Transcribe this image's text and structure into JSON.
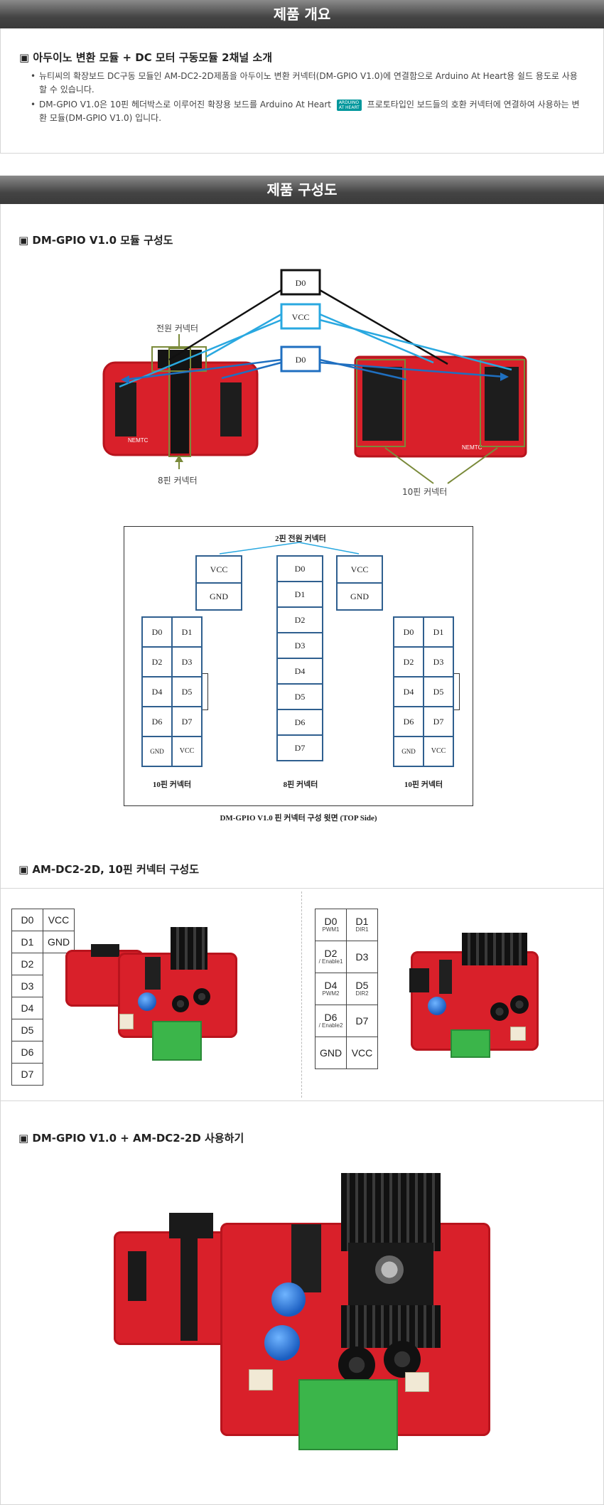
{
  "section1": {
    "title": "제품 개요",
    "heading": "▣ 아두이노 변환 모듈 + DC 모터 구동모듈 2채널 소개",
    "bullets": [
      "뉴티씨의 확장보드 DC구동 모듈인  AM-DC2-2D제품을 아두이노 변환 커넥터(DM-GPIO V1.0)에 연결함으로 Arduino At Heart용 쉴드 용도로 사용할 수 있습니다.",
      "DM-GPIO V1.0은 10핀 헤더박스로 이루어진 확장용 보드를 Arduino At Heart"
    ],
    "bullet2_tail": "프로토타입인 보드들의 호환 커넥터에 연결하여 사용하는 변환 모듈(DM-GPIO V1.0) 입니다.",
    "badge_text_1": "ARDUINO",
    "badge_text_2": "AT HEART"
  },
  "section2": {
    "title": "제품 구성도",
    "heading1": "▣ DM-GPIO V1.0 모듈 구성도",
    "photo_labels": {
      "d0_top": "D0",
      "vcc": "VCC",
      "d0_mid": "D0",
      "power_connector": "전원 커넥터",
      "pin8_connector": "8핀 커넥터",
      "pin10_connector": "10핀 커넥터"
    },
    "diagram": {
      "power_label": "2핀 전원 커넥터",
      "left_power": [
        "VCC",
        "GND"
      ],
      "right_power": [
        "VCC",
        "GND"
      ],
      "center_column": [
        "D0",
        "D1",
        "D2",
        "D3",
        "D4",
        "D5",
        "D6",
        "D7"
      ],
      "left_grid": [
        [
          "D0",
          "D1"
        ],
        [
          "D2",
          "D3"
        ],
        [
          "D4",
          "D5"
        ],
        [
          "D6",
          "D7"
        ],
        [
          "GND",
          "VCC"
        ]
      ],
      "right_grid": [
        [
          "D0",
          "D1"
        ],
        [
          "D2",
          "D3"
        ],
        [
          "D4",
          "D5"
        ],
        [
          "D6",
          "D7"
        ],
        [
          "GND",
          "VCC"
        ]
      ],
      "left_caption": "10핀 커넥터",
      "center_caption": "8핀 커넥터",
      "right_caption": "10핀 커넥터",
      "figure_caption": "DM-GPIO V1.0  핀 커넥터 구성 윗면 (TOP Side)"
    },
    "heading2": "▣ AM-DC2-2D, 10핀 커넥터 구성도",
    "pin_table_left": [
      [
        "D0",
        "VCC"
      ],
      [
        "D1",
        "GND"
      ],
      [
        "D2",
        ""
      ],
      [
        "D3",
        ""
      ],
      [
        "D4",
        ""
      ],
      [
        "D5",
        ""
      ],
      [
        "D6",
        ""
      ],
      [
        "D7",
        ""
      ]
    ],
    "pin_table_right": [
      [
        {
          "main": "D0",
          "sub": "PWM1"
        },
        {
          "main": "D1",
          "sub": "DIR1"
        }
      ],
      [
        {
          "main": "D2",
          "sub": "/ Enable1"
        },
        {
          "main": "D3",
          "sub": ""
        }
      ],
      [
        {
          "main": "D4",
          "sub": "PWM2"
        },
        {
          "main": "D5",
          "sub": "DIR2"
        }
      ],
      [
        {
          "main": "D6",
          "sub": "/ Enable2"
        },
        {
          "main": "D7",
          "sub": ""
        }
      ],
      [
        {
          "main": "GND",
          "sub": ""
        },
        {
          "main": "VCC",
          "sub": ""
        }
      ]
    ],
    "heading3": "▣ DM-GPIO V1.0 + AM-DC2-2D 사용하기"
  },
  "colors": {
    "band_dark": "#3a3a3a",
    "pcb_red": "#d9202a",
    "arrow_black": "#111111",
    "arrow_cyan": "#29a8e0",
    "arrow_blue": "#1f6fc0",
    "frame_olive": "#7a8a3a",
    "terminal_green": "#3bb54a"
  }
}
